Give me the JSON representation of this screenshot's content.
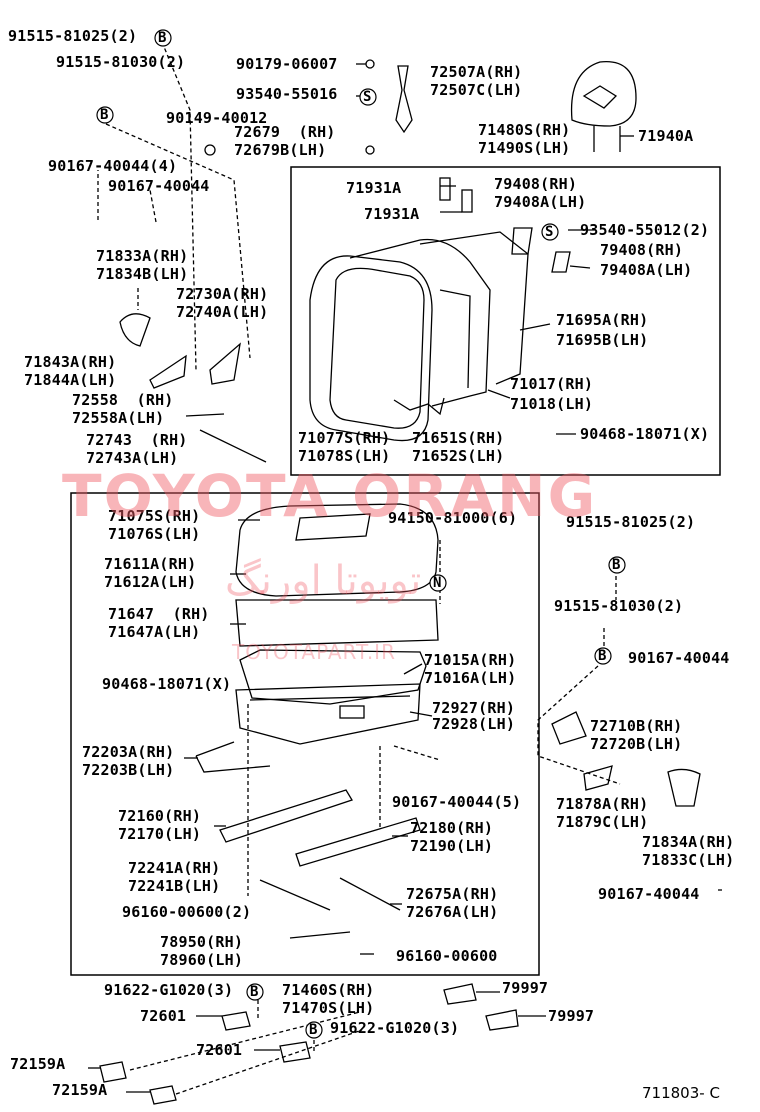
{
  "watermark": {
    "main": "TOYOTA ORANG",
    "persian": "تویوتا اورنگ",
    "url": "TOYOTAPART.IR"
  },
  "diagram_code": "711803- C",
  "labels": {
    "l01": "91515-81025(2)",
    "l02": "91515-81030(2)",
    "l03": "90179-06007",
    "l04": "93540-55016",
    "l05": "72507A(RH)",
    "l06": "72507C(LH)",
    "l07": "90149-40012",
    "l08": "72679  (RH)",
    "l09": "72679B(LH)",
    "l10": "71480S(RH)",
    "l11": "71490S(LH)",
    "l12": "71940A",
    "l13": "90167-40044(4)",
    "l14": "90167-40044",
    "l15": "71931A",
    "l16": "79408(RH)",
    "l17": "79408A(LH)",
    "l18": "71931A",
    "l19": "93540-55012(2)",
    "l20": "79408(RH)",
    "l21": "79408A(LH)",
    "l22": "71833A(RH)",
    "l23": "71834B(LH)",
    "l24": "72730A(RH)",
    "l25": "72740A(LH)",
    "l26": "71695A(RH)",
    "l27": "71695B(LH)",
    "l28": "71843A(RH)",
    "l29": "71844A(LH)",
    "l30": "71017(RH)",
    "l31": "71018(LH)",
    "l32": "72558  (RH)",
    "l33": "72558A(LH)",
    "l34": "90468-18071(X)",
    "l35": "72743  (RH)",
    "l36": "72743A(LH)",
    "l37": "71077S(RH)",
    "l38": "71078S(LH)",
    "l39": "71651S(RH)",
    "l40": "71652S(LH)",
    "l41": "71075S(RH)",
    "l42": "71076S(LH)",
    "l43": "94150-81000(6)",
    "l44": "91515-81025(2)",
    "l45": "71611A(RH)",
    "l46": "71612A(LH)",
    "l47": "91515-81030(2)",
    "l48": "71647  (RH)",
    "l49": "71647A(LH)",
    "l50": "90167-40044",
    "l51": "71015A(RH)",
    "l52": "71016A(LH)",
    "l53": "90468-18071(X)",
    "l54": "72927(RH)",
    "l55": "72928(LH)",
    "l56": "72710B(RH)",
    "l57": "72720B(LH)",
    "l58": "72203A(RH)",
    "l59": "72203B(LH)",
    "l60": "90167-40044(5)",
    "l61": "71878A(RH)",
    "l62": "71879C(LH)",
    "l63": "72160(RH)",
    "l64": "72170(LH)",
    "l65": "72180(RH)",
    "l66": "72190(LH)",
    "l67": "71834A(RH)",
    "l68": "71833C(LH)",
    "l69": "72241A(RH)",
    "l70": "72241B(LH)",
    "l71": "72675A(RH)",
    "l72": "72676A(LH)",
    "l73": "90167-40044",
    "l74": "96160-00600(2)",
    "l75": "78950(RH)",
    "l76": "78960(LH)",
    "l77": "96160-00600",
    "l78": "91622-G1020(3)",
    "l79": "71460S(RH)",
    "l80": "71470S(LH)",
    "l81": "79997",
    "l82": "72601",
    "l83": "91622-G1020(3)",
    "l84": "79997",
    "l85": "72601",
    "l86": "72159A",
    "l87": "72159A"
  },
  "markers": {
    "b": "B",
    "s": "S",
    "n": "N"
  }
}
